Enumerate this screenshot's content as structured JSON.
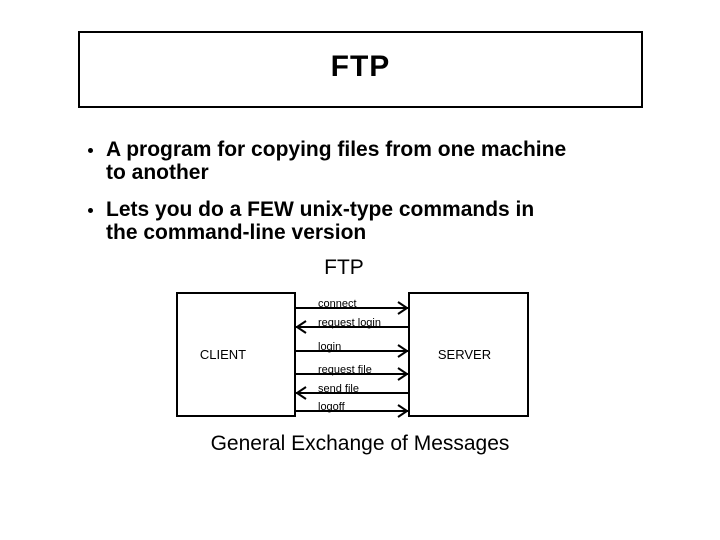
{
  "slide": {
    "title": "FTP",
    "bullets": [
      {
        "lines": [
          "A program for copying files from one machine",
          "to another"
        ]
      },
      {
        "lines": [
          "Lets you do a FEW unix-type commands in",
          "the command-line version"
        ]
      }
    ],
    "diagram": {
      "heading": "FTP",
      "client_label": "CLIENT",
      "server_label": "SERVER",
      "arrows": [
        {
          "label": "connect",
          "direction": "right"
        },
        {
          "label": "request login",
          "direction": "left"
        },
        {
          "label": "login",
          "direction": "right"
        },
        {
          "label": "request file",
          "direction": "right"
        },
        {
          "label": "send file",
          "direction": "left"
        },
        {
          "label": "logoff",
          "direction": "right"
        }
      ],
      "caption": "General Exchange of Messages"
    },
    "colors": {
      "background": "#ffffff",
      "foreground": "#000000"
    }
  }
}
